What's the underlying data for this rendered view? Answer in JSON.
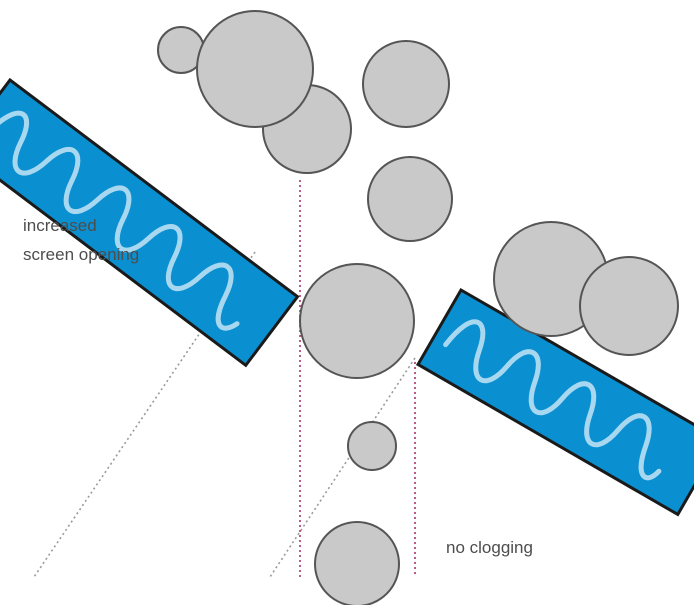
{
  "labels": {
    "line1": "increased",
    "line2": "screen opening",
    "outcome": "no clogging"
  },
  "colors": {
    "screen_fill": "#0a8fd1",
    "screen_outline": "#1a1a1a",
    "wave": "#a8d8f0",
    "particle_fill": "#c9c9c9",
    "particle_outline": "#555555",
    "dotted_guide": "#9a9a9a",
    "opening_marker": "#b5487a",
    "text": "#4d4d4d"
  }
}
